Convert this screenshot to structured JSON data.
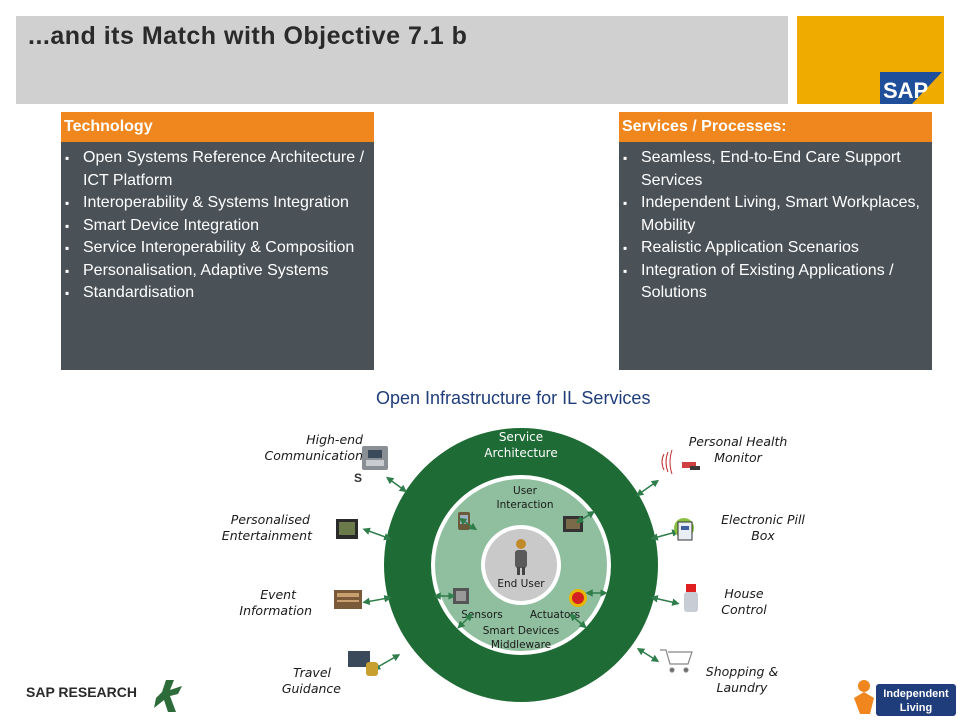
{
  "title": "...and its Match with Objective 7.1 b",
  "brand": {
    "logo_text": "SAP",
    "accent": "#f0ab00",
    "orange": "#f0861e",
    "panel": "#4a5258",
    "ring_green": "#1e6b35",
    "ring_light": "#8fbf9f"
  },
  "technology": {
    "header": "Technology",
    "items": [
      "Open Systems Reference Architecture / ICT Platform",
      "Interoperability & Systems Integration",
      "Smart Device Integration",
      "Service Interoperability & Composition",
      "Personalisation, Adaptive Systems",
      "Standardisation"
    ]
  },
  "services": {
    "header": "Services / Processes:",
    "items": [
      "Seamless, End-to-End Care Support Services",
      "Independent Living, Smart Workplaces, Mobility",
      "Realistic Application Scenarios",
      "Integration of Existing Applications / Solutions"
    ]
  },
  "diagram": {
    "title": "Open Infrastructure for IL Services",
    "outer_ring": {
      "top_line1": "Service",
      "top_line2": "Architecture"
    },
    "middle_ring": {
      "line1": "User",
      "line2": "Interaction",
      "left": "Sensors",
      "right": "Actuators",
      "bottom1": "Smart Devices",
      "bottom2": "Middleware"
    },
    "center": "End User",
    "left_items": [
      {
        "line1": "High-end",
        "line2": "Communication",
        "icon": "phone-icon"
      },
      {
        "line1": "Personalised",
        "line2": "Entertainment",
        "icon": "tv-icon"
      },
      {
        "line1": "Event",
        "line2": "Information",
        "icon": "newspaper-icon"
      },
      {
        "line1": "Travel",
        "line2": "Guidance",
        "icon": "pda-icon"
      }
    ],
    "right_items": [
      {
        "line1": "Personal Health",
        "line2": "Monitor",
        "icon": "health-monitor-icon"
      },
      {
        "line1": "Electronic Pill",
        "line2": "Box",
        "icon": "pill-box-icon"
      },
      {
        "line1": "House",
        "line2": "Control",
        "icon": "house-control-icon"
      },
      {
        "line1": "Shopping &",
        "line2": "Laundry",
        "icon": "shopping-cart-icon"
      }
    ]
  },
  "footer": {
    "left_text": "SAP RESEARCH",
    "right_line1": "Independent",
    "right_line2": "Living"
  }
}
